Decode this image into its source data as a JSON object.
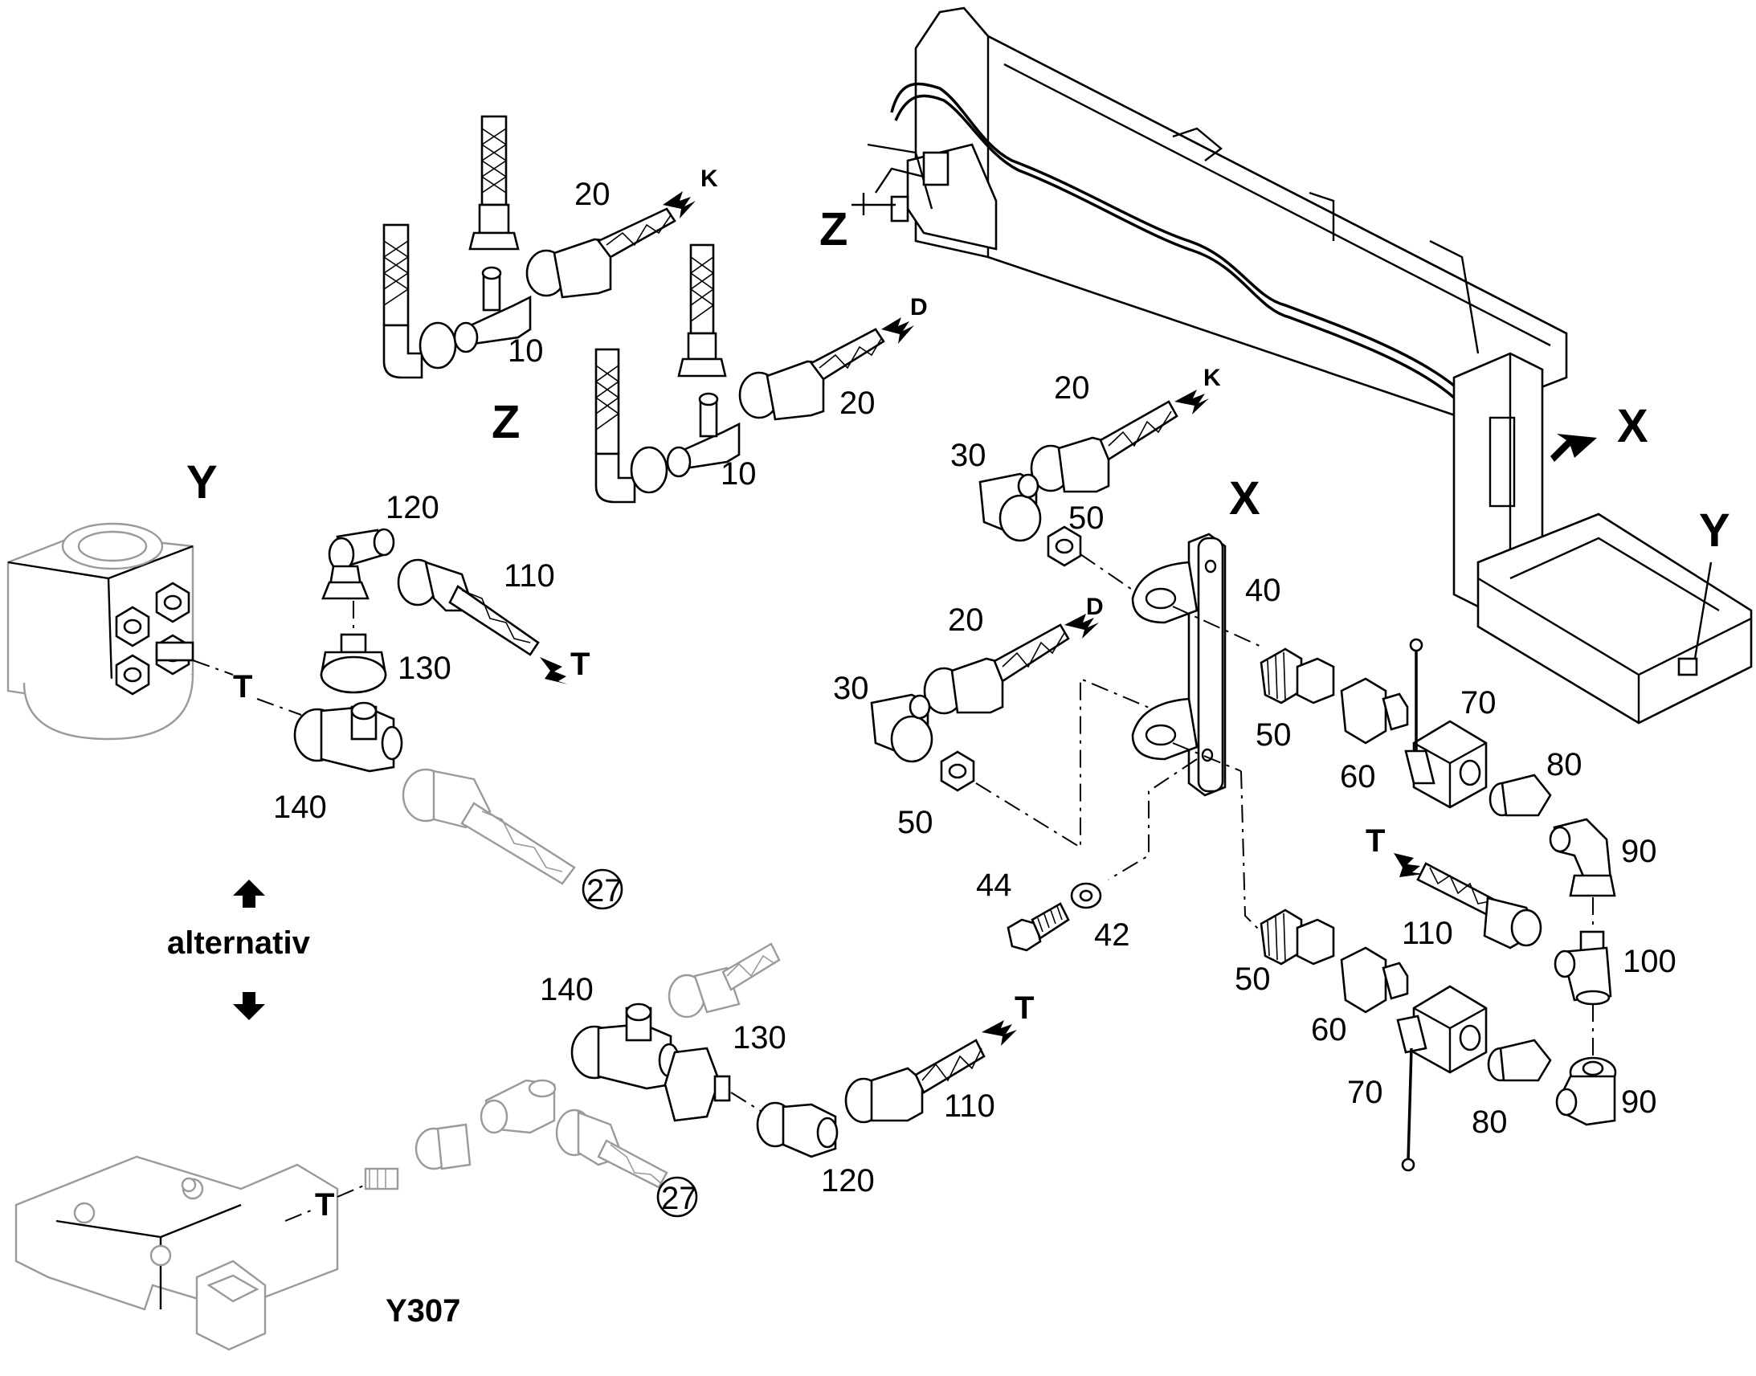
{
  "labels": {
    "z_top": "Z",
    "z_mid": "Z",
    "y_left": "Y",
    "y_right": "Y",
    "x_view": "X",
    "x_arrow": "X",
    "t1": "T",
    "t2": "T",
    "t3": "T",
    "t4": "T",
    "t5": "T",
    "k1": "K",
    "k2": "K",
    "d1": "D",
    "d2": "D",
    "n10a": "10",
    "n10b": "10",
    "n20a": "20",
    "n20b": "20",
    "n20c": "20",
    "n20d": "20",
    "n30a": "30",
    "n30b": "30",
    "n40": "40",
    "n42": "42",
    "n44": "44",
    "n50a": "50",
    "n50b": "50",
    "n50c": "50",
    "n50d": "50",
    "n60a": "60",
    "n60b": "60",
    "n70a": "70",
    "n70b": "70",
    "n80a": "80",
    "n80b": "80",
    "n90a": "90",
    "n90b": "90",
    "n100": "100",
    "n110a": "110",
    "n110b": "110",
    "n110c": "110",
    "n120a": "120",
    "n120b": "120",
    "n130a": "130",
    "n130b": "130",
    "n140a": "140",
    "n140b": "140",
    "c27a": "27",
    "c27b": "27",
    "alternativ": "alternativ",
    "y307": "Y307"
  }
}
